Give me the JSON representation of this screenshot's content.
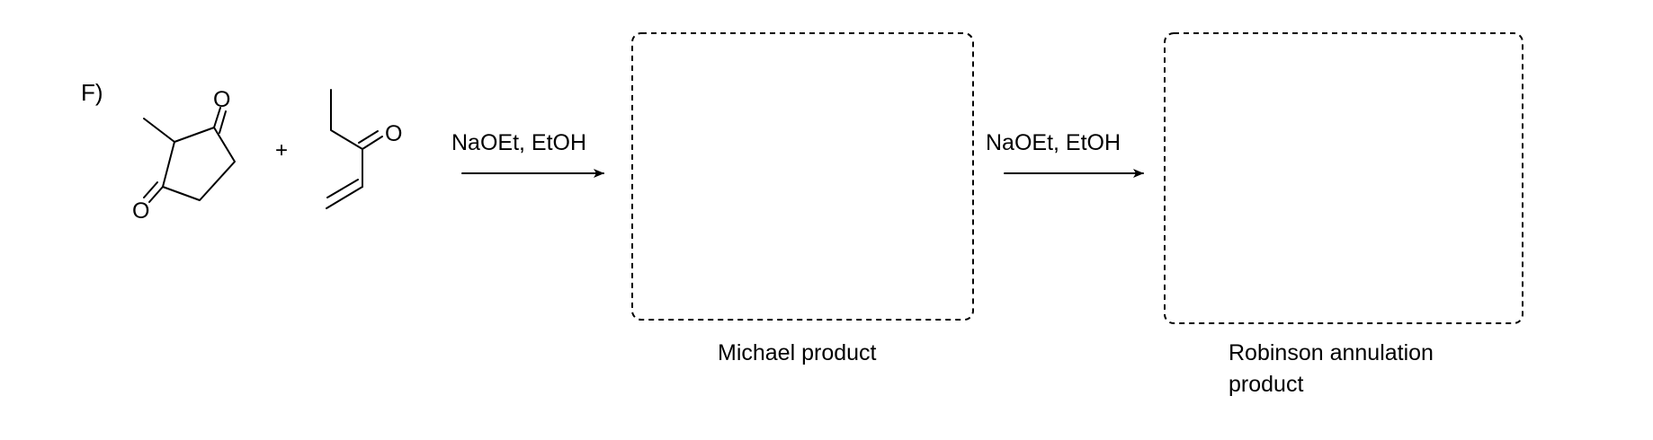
{
  "problem_label": "F)",
  "reactant_1": {
    "atom_labels": [
      "O",
      "O"
    ]
  },
  "plus_sign": "+",
  "reactant_2": {
    "atom_labels": [
      "O"
    ]
  },
  "step_1": {
    "reagents": "NaOEt, EtOH"
  },
  "step_2": {
    "reagents": "NaOEt, EtOH"
  },
  "michael_box": {
    "caption": "Michael product"
  },
  "robinson_box": {
    "caption_line_1": "Robinson annulation",
    "caption_line_2": "product"
  }
}
